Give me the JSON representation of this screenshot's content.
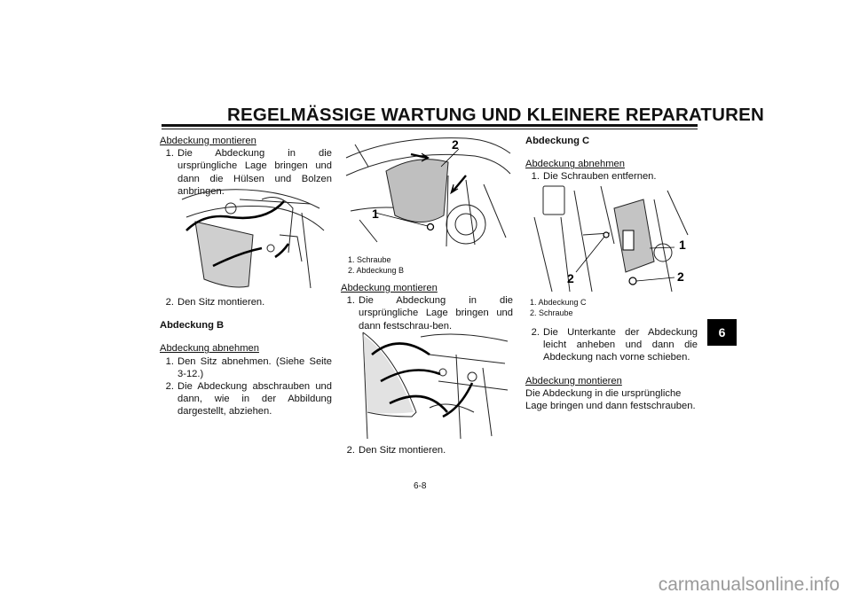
{
  "header": {
    "title": "REGELMÄSSIGE WARTUNG UND KLEINERE REPARATUREN"
  },
  "chapter_tab": "6",
  "page_number": "6-8",
  "footer": {
    "watermark": "carmanualsonline.info"
  },
  "col1": {
    "heading_install": "Abdeckung montieren",
    "step1_num": "1.",
    "step1_text": "Die Abdeckung in die ursprüngliche Lage bringen und dann die Hülsen und Bolzen anbringen.",
    "step2_num": "2.",
    "step2_text": "Den Sitz montieren.",
    "section_b": "Abdeckung B",
    "heading_remove": "Abdeckung abnehmen",
    "r1_num": "1.",
    "r1_text": "Den Sitz abnehmen. (Siehe Seite 3-12.)",
    "r2_num": "2.",
    "r2_text": "Die Abdeckung abschrauben und dann, wie in der Abbildung dargestellt, abziehen."
  },
  "col2": {
    "fig_labels": [
      "1",
      "2"
    ],
    "captions": [
      "1. Schraube",
      "2. Abdeckung B"
    ],
    "heading_install": "Abdeckung montieren",
    "step1_num": "1.",
    "step1_text": "Die Abdeckung in die ursprüngliche Lage bringen und dann festschrau-ben.",
    "step2_num": "2.",
    "step2_text": "Den Sitz montieren."
  },
  "col3": {
    "section_c": "Abdeckung C",
    "heading_remove": "Abdeckung abnehmen",
    "step1_num": "1.",
    "step1_text": "Die Schrauben entfernen.",
    "fig_labels": [
      "1",
      "2",
      "2"
    ],
    "captions": [
      "1. Abdeckung C",
      "2. Schraube"
    ],
    "step2_num": "2.",
    "step2_text": "Die Unterkante der Abdeckung leicht anheben und dann die Abdeckung nach vorne schieben.",
    "heading_install": "Abdeckung montieren",
    "install_text": "Die Abdeckung in die ursprüngliche Lage bringen und dann festschrauben."
  }
}
